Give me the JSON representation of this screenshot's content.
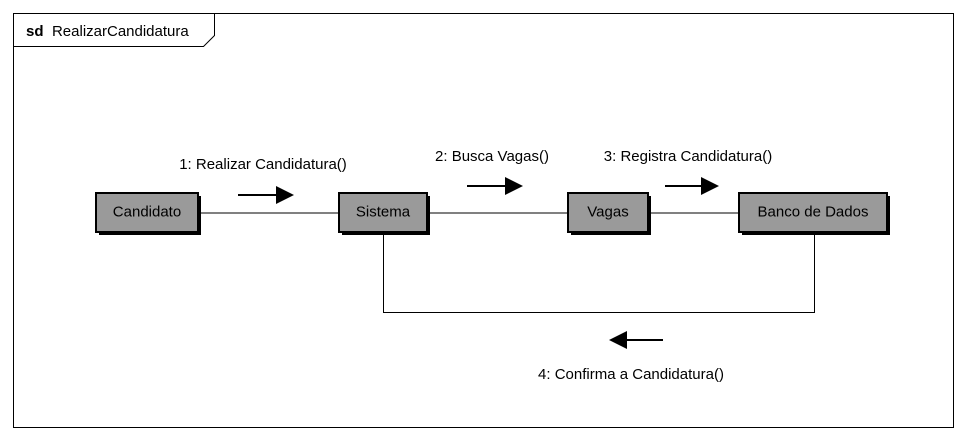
{
  "frame": {
    "keyword": "sd",
    "name": "RealizarCandidatura"
  },
  "objects": {
    "candidato": "Candidato",
    "sistema": "Sistema",
    "vagas": "Vagas",
    "banco": "Banco de Dados"
  },
  "messages": {
    "m1": "1: Realizar Candidatura()",
    "m2": "2: Busca Vagas()",
    "m3": "3: Registra Candidatura()",
    "m4": "4: Confirma a Candidatura()"
  },
  "colors": {
    "object_fill": "#9a9a9a",
    "stroke": "#000000"
  }
}
